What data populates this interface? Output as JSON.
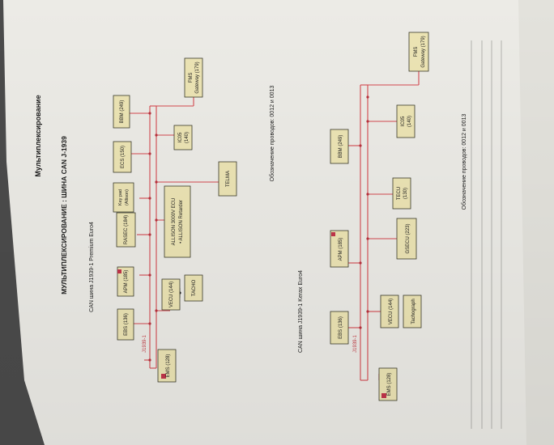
{
  "page": {
    "header": "Мультиплексирование",
    "section_title": "МУЛЬТИПЛЕКСИРОВАНИЕ : ШИНА CAN J-1939"
  },
  "diagram_top": {
    "caption": "CAN шина J1939-1 Premium Euro4",
    "bus_label": "J1939-1",
    "nodes": [
      {
        "id": "ems",
        "label": "EMS (128)"
      },
      {
        "id": "ebs",
        "label": "EBS (136)"
      },
      {
        "id": "vecu",
        "label": "VECU (144)"
      },
      {
        "id": "tacho",
        "label": "TACHO"
      },
      {
        "id": "apm",
        "label": "APM (185)"
      },
      {
        "id": "rasec",
        "label": "RASEC (184)"
      },
      {
        "id": "allison",
        "label": "ALLISON 3000V ECU"
      },
      {
        "id": "allison_retarder",
        "label": "• ALLISON Retarder"
      },
      {
        "id": "keypad",
        "label": "Key pad"
      },
      {
        "id": "keypad_sub",
        "label": "(Allison)"
      },
      {
        "id": "ecs",
        "label": "ECS (150)"
      },
      {
        "id": "telma",
        "label": "TELMA"
      },
      {
        "id": "ic05",
        "label": "IC05"
      },
      {
        "id": "ic05_id",
        "label": "(140)"
      },
      {
        "id": "bbm",
        "label": "BBM (249)"
      },
      {
        "id": "fms",
        "label": "FMS"
      },
      {
        "id": "fms_sub",
        "label": "Gateway (179)"
      }
    ],
    "wire_note": "Обозначение проводов: 0012 и 0013"
  },
  "diagram_bottom": {
    "caption": "CAN шина J1939-1 Kerax Euro4",
    "bus_label": "J1939-1",
    "nodes": [
      {
        "id": "ems",
        "label": "EMS (128)"
      },
      {
        "id": "ebs",
        "label": "EBS (136)"
      },
      {
        "id": "vecu",
        "label": "VECU (144)"
      },
      {
        "id": "tachograph",
        "label": "Tachograph"
      },
      {
        "id": "apm",
        "label": "APM (185)"
      },
      {
        "id": "gsecu",
        "label": "GSECU (223)"
      },
      {
        "id": "tecu",
        "label": "TECU"
      },
      {
        "id": "tecu_id",
        "label": "(130)"
      },
      {
        "id": "bbm",
        "label": "BBM (249)"
      },
      {
        "id": "ic05",
        "label": "IC05"
      },
      {
        "id": "ic05_id",
        "label": "(140)"
      },
      {
        "id": "fms",
        "label": "FMS"
      },
      {
        "id": "fms_sub",
        "label": "Gateway (179)"
      }
    ],
    "wire_note": "Обозначение проводов: 0012 и 0013"
  },
  "colors": {
    "paper": "#ecebe6",
    "box_fill": "#ece4b4",
    "box_stroke": "#3a3a2a",
    "bus_line": "#d4484f",
    "terminator": "#c2354a",
    "text": "#1d1d1d"
  }
}
